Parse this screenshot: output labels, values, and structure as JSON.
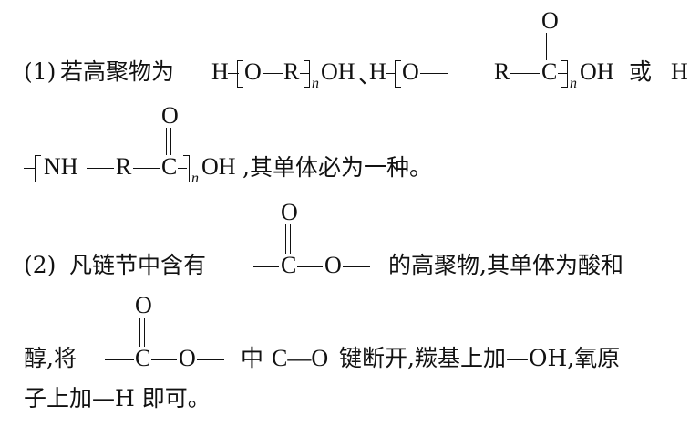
{
  "section1": {
    "label": "(1)",
    "intro": "若高聚物为",
    "formula1": {
      "h": "H",
      "o": "O",
      "r": "R",
      "n": "n",
      "oh": "OH"
    },
    "sep": "、",
    "formula2": {
      "h": "H",
      "o": "O",
      "r": "R",
      "c": "C",
      "top_o": "O",
      "n": "n",
      "oh": "OH"
    },
    "or": "或",
    "formula3": {
      "h": "H",
      "nh": "NH",
      "r": "R",
      "c": "C",
      "top_o": "O",
      "n": "n",
      "oh": "OH"
    },
    "conclusion": ",其单体必为一种。"
  },
  "section2": {
    "label": "(2)",
    "intro": "凡链节中含有",
    "ester_group": {
      "c": "C",
      "o": "O",
      "top_o": "O"
    },
    "line1_rest": "的高聚物,其单体为酸和",
    "line2_start": "醇,将",
    "ester_group2": {
      "c": "C",
      "o": "O",
      "top_o": "O"
    },
    "line2_mid": "中",
    "bond": "C—O",
    "line2_rest": "键断开,羰基上加—OH,氧原",
    "line3": "子上加—H 即可。"
  }
}
